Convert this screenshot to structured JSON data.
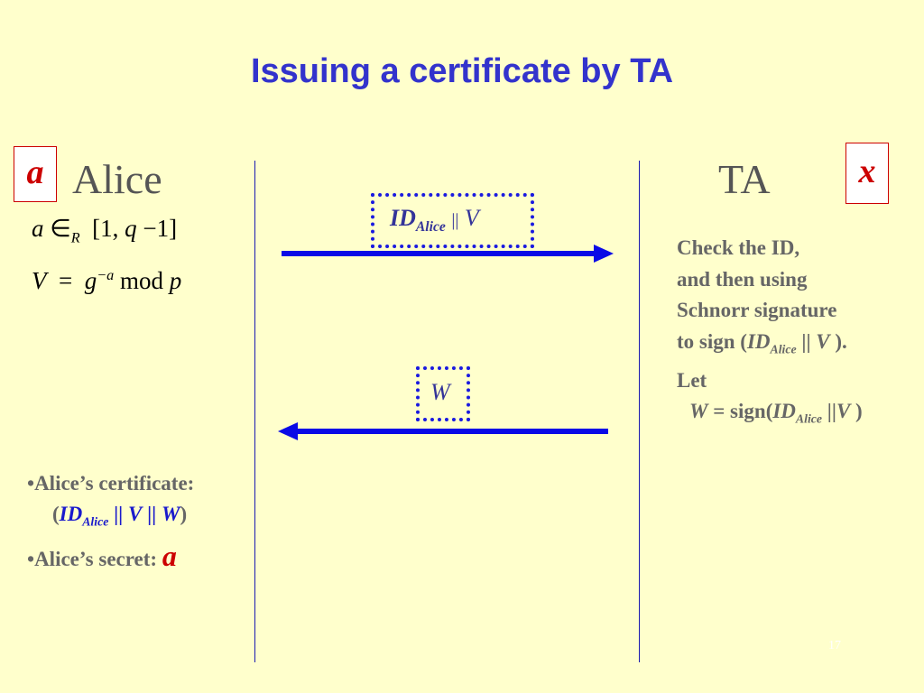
{
  "title": "Issuing a certificate by TA",
  "alice": {
    "box": "a",
    "name": "Alice"
  },
  "ta": {
    "box": "x",
    "name": "TA"
  },
  "alice_math": {
    "line1": {
      "a": "a",
      "in": "∈",
      "sub": "R",
      "interval": "[1,",
      "q": "q",
      "rest": "−1]"
    },
    "line2": {
      "V": "V",
      "eq": "=",
      "g": "g",
      "exp": "−a",
      "mod": "mod",
      "p": "p"
    }
  },
  "message1": {
    "id": "ID",
    "sub": "Alice",
    "sep": "||",
    "v": "V"
  },
  "message2": {
    "w": "W"
  },
  "ta_steps": {
    "line1": "Check the ID,",
    "line2": "and then using",
    "line3": "Schnorr signature",
    "line4_pre": "to sign (",
    "line4_id": "ID",
    "line4_sub": "Alice",
    "line4_sep": " || ",
    "line4_v": "V",
    "line4_post": " ).",
    "line5": "Let",
    "line6_w": "W",
    "line6_eq": " = sign(",
    "line6_id": "ID",
    "line6_sub": "Alice",
    "line6_sep": " ||",
    "line6_v": "V",
    "line6_post": " )"
  },
  "certificate": {
    "bullet": "•",
    "label": "Alice’s certificate:",
    "open": "(",
    "id": "ID",
    "sub": "Alice",
    "sep1": " || ",
    "v": "V",
    "sep2": " || ",
    "w": "W",
    "close": ")"
  },
  "secret": {
    "bullet": "•",
    "label": "Alice’s secret: ",
    "value": "a"
  },
  "page_number": "17",
  "colors": {
    "background": "#FFFFCC",
    "title": "#3333CC",
    "arrow": "#0A0AE6",
    "box_border": "#CC0000"
  }
}
